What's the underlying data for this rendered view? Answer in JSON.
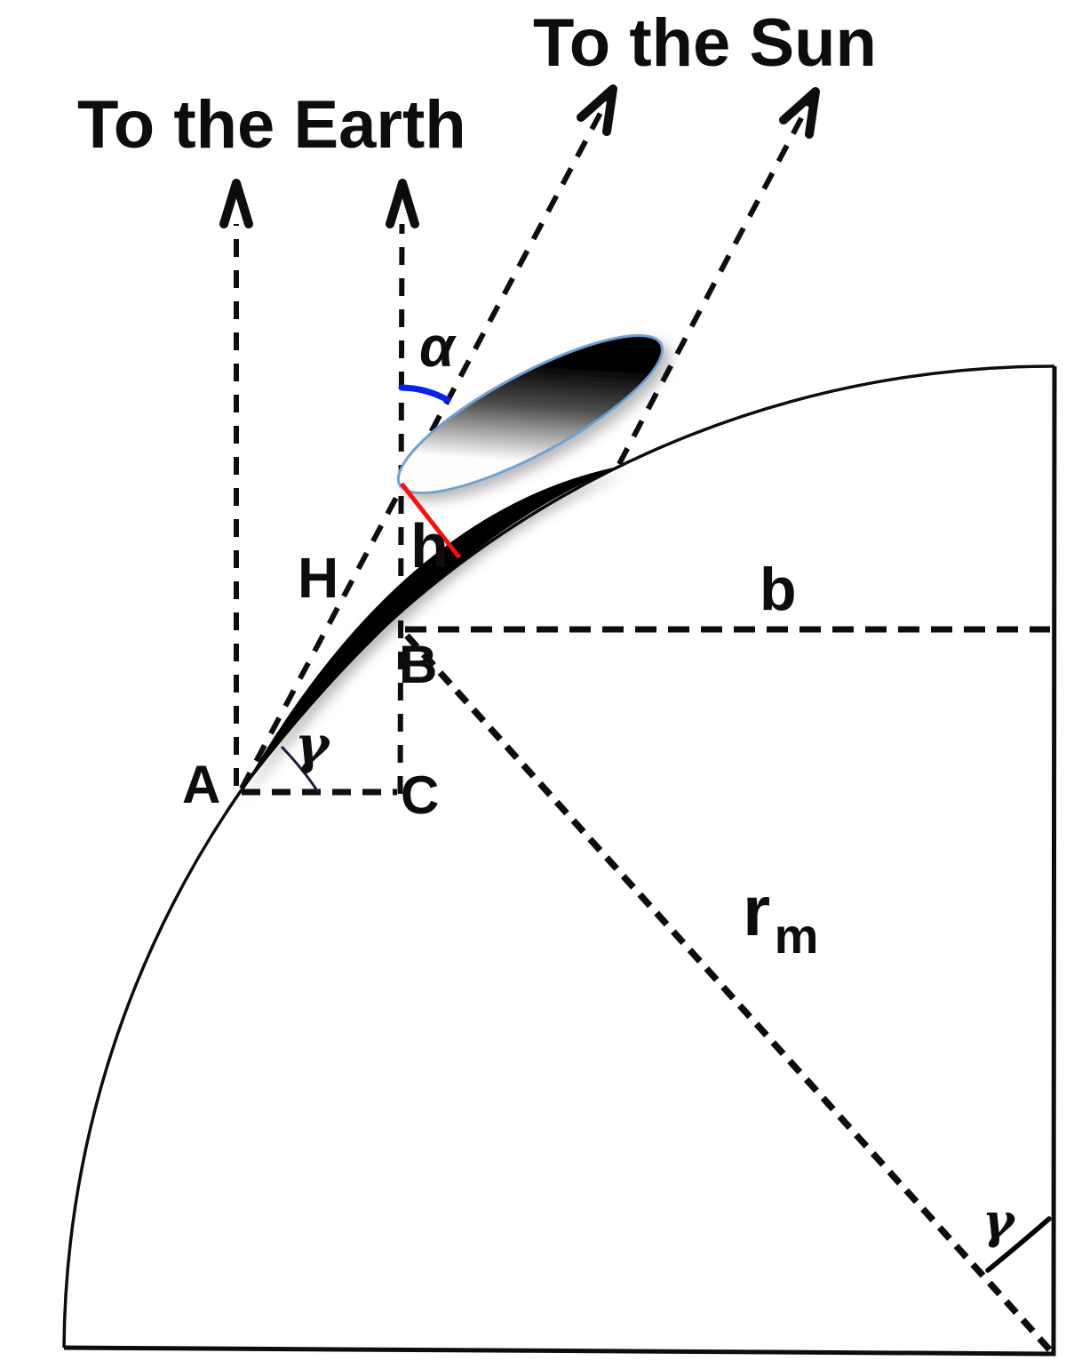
{
  "figure": {
    "direction_labels": {
      "earth": "To the Earth",
      "sun": "To the Sun"
    },
    "point_labels": {
      "a": "A",
      "b": "B",
      "c": "C"
    },
    "measure_labels": {
      "alpha": "α",
      "height_cloud": "h",
      "height_column": "H",
      "baseline": "b",
      "radius": "r",
      "radius_subscript": "m",
      "gamma_surface": "γ",
      "gamma_center": "γ"
    },
    "colors": {
      "ink": "#0d0d0d",
      "alpha_blue": "#0a20ee",
      "height_red": "#fa0e0e",
      "cloud_outline_blue": "#6fa0cf"
    }
  }
}
